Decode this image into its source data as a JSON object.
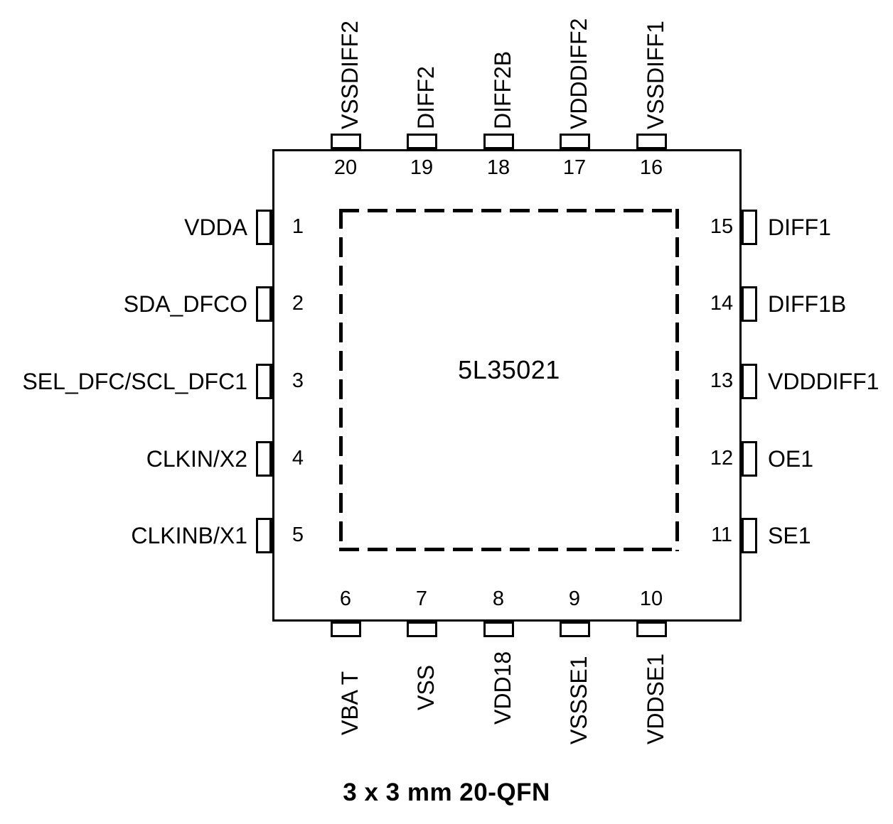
{
  "diagram": {
    "part_number": "5L35021",
    "caption": "3 x 3 mm 20-QFN",
    "package": "20-QFN",
    "colors": {
      "outline": "#000000",
      "background": "#ffffff",
      "text": "#000000"
    }
  },
  "pins": {
    "left": [
      {
        "number": "1",
        "name": "VDDA"
      },
      {
        "number": "2",
        "name": "SDA_DFCO"
      },
      {
        "number": "3",
        "name": "SEL_DFC/SCL_DFC1"
      },
      {
        "number": "4",
        "name": "CLKIN/X2"
      },
      {
        "number": "5",
        "name": "CLKINB/X1"
      }
    ],
    "bottom": [
      {
        "number": "6",
        "name": "VBA T"
      },
      {
        "number": "7",
        "name": "VSS"
      },
      {
        "number": "8",
        "name": "VDD18"
      },
      {
        "number": "9",
        "name": "VSSSE1"
      },
      {
        "number": "10",
        "name": "VDDSE1"
      }
    ],
    "right": [
      {
        "number": "11",
        "name": "SE1"
      },
      {
        "number": "12",
        "name": "OE1"
      },
      {
        "number": "13",
        "name": "VDDDIFF1"
      },
      {
        "number": "14",
        "name": "DIFF1B"
      },
      {
        "number": "15",
        "name": "DIFF1"
      }
    ],
    "top": [
      {
        "number": "16",
        "name": "VSSDIFF1"
      },
      {
        "number": "17",
        "name": "VDDDIFF2"
      },
      {
        "number": "18",
        "name": "DIFF2B"
      },
      {
        "number": "19",
        "name": "DIFF2"
      },
      {
        "number": "20",
        "name": "VSSDIFF2"
      }
    ]
  }
}
